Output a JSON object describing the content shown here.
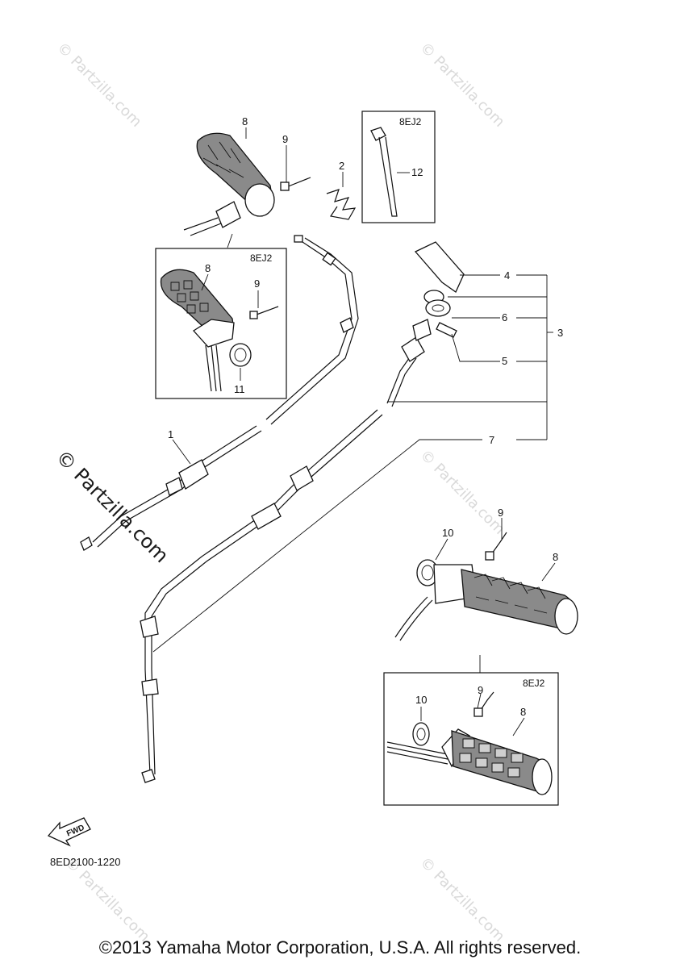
{
  "watermarks": {
    "small": "© Partzilla.com",
    "large": "© Partzilla.com"
  },
  "callouts": {
    "c1": "1",
    "c2": "2",
    "c3": "3",
    "c4": "4",
    "c5": "5",
    "c6": "6",
    "c7": "7",
    "c8_top": "8",
    "c9_top": "9",
    "c8_box1": "8",
    "c9_box1": "9",
    "c11_box1": "11",
    "c12": "12",
    "c8_right": "8",
    "c9_right": "9",
    "c10_right": "10",
    "c8_box2": "8",
    "c9_box2": "9",
    "c10_box2": "10"
  },
  "variant_tags": {
    "box1": "8EJ2",
    "box_top": "8EJ2",
    "box2": "8EJ2"
  },
  "fwd_label": "FWD",
  "diagram_code": "8ED2100-1220",
  "copyright": "©2013 Yamaha Motor Corporation, U.S.A. All rights reserved."
}
